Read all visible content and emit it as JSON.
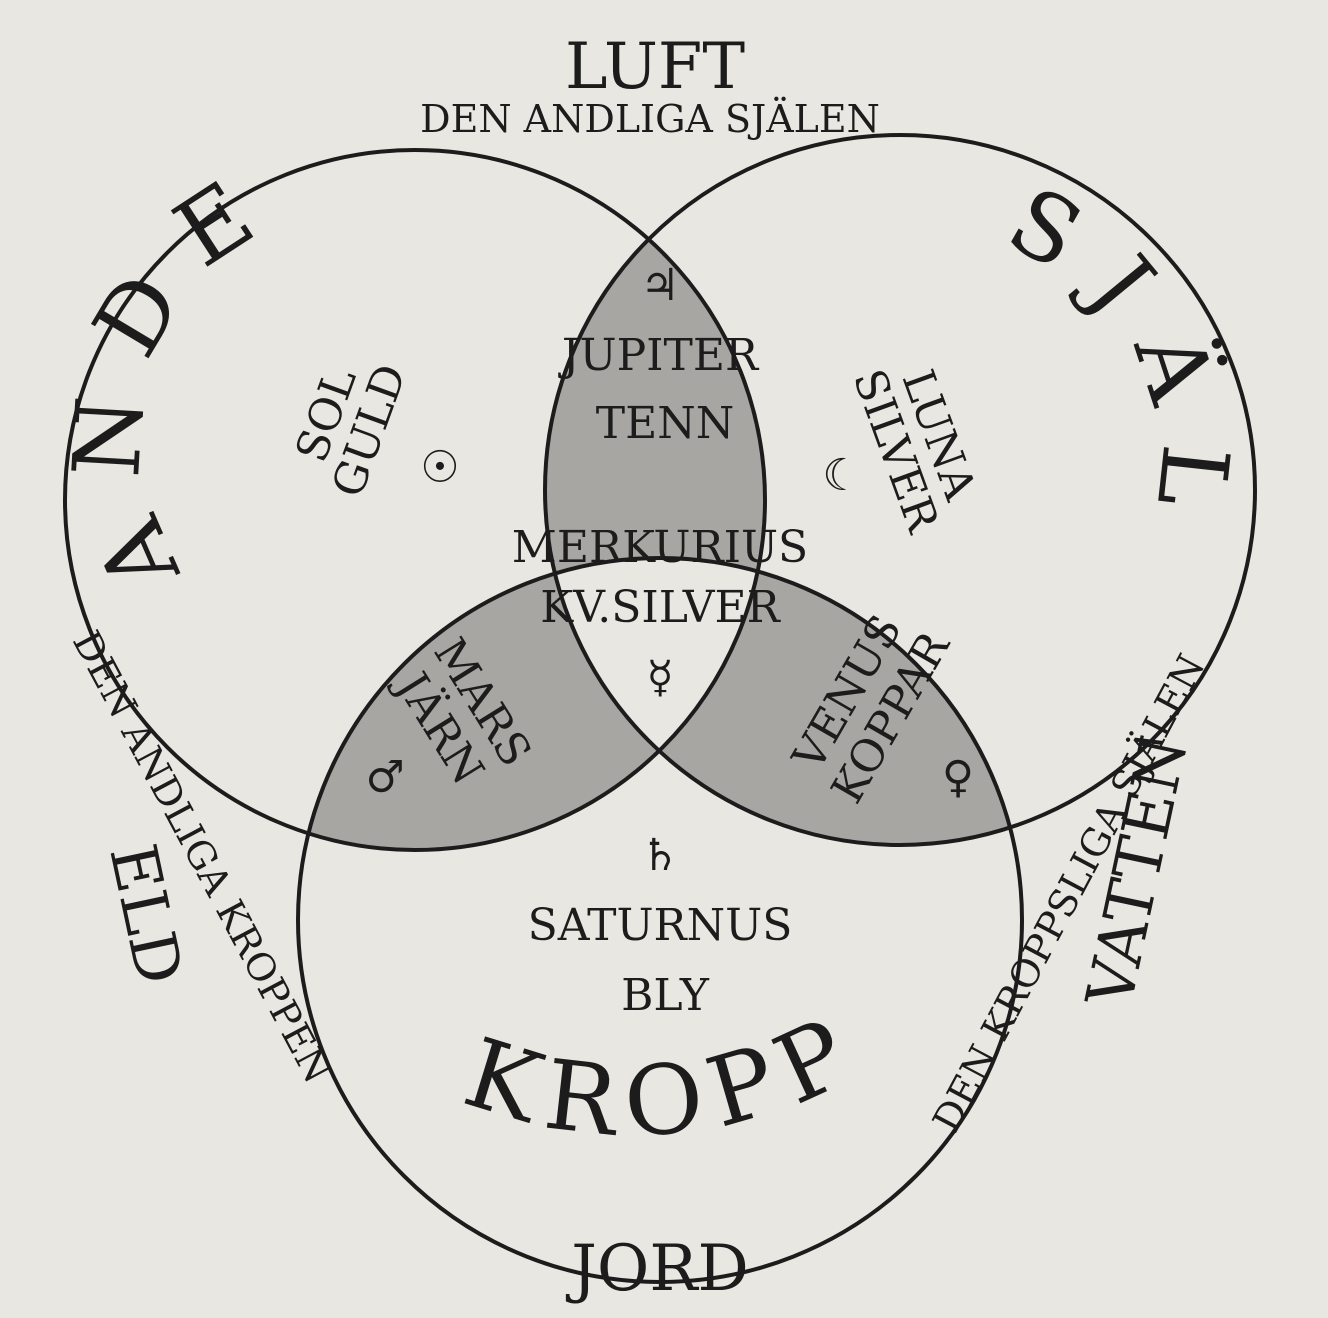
{
  "colors": {
    "paper": "#e9e7e1",
    "ink": "#1c1c1c",
    "shade": "#a8a6a2",
    "circle_fill": "#e9e7e1"
  },
  "elements": {
    "top": "LUFT",
    "top_sub": "DEN ANDLIGA SJÄLEN",
    "bottom": "JORD",
    "left": "ELD",
    "left_sub": "DEN ANDLIGA KROPPEN",
    "right": "VATTEN",
    "right_sub": "DEN KROPPSLIGA SJÄLEN"
  },
  "circles": {
    "ande": "ANDE",
    "sjal": "SJÄL",
    "kropp": "KROPP"
  },
  "regions": {
    "sol": {
      "line1": "SOL",
      "line2": "GULD",
      "symbol": "☉"
    },
    "luna": {
      "line1": "LUNA",
      "line2": "SILVER",
      "symbol": "☾"
    },
    "jupiter": {
      "symbol": "♃",
      "line1": "JUPITER",
      "line2": "TENN"
    },
    "merkurius": {
      "line1": "MERKURIUS",
      "line2": "KV.SILVER",
      "symbol": "☿"
    },
    "mars": {
      "line1": "MARS",
      "line2": "JÄRN",
      "symbol": "♂"
    },
    "venus": {
      "line1": "VENUS",
      "line2": "KOPPAR",
      "symbol": "♀"
    },
    "saturnus": {
      "symbol": "♄",
      "line1": "SATURNUS",
      "line2": "BLY"
    }
  }
}
